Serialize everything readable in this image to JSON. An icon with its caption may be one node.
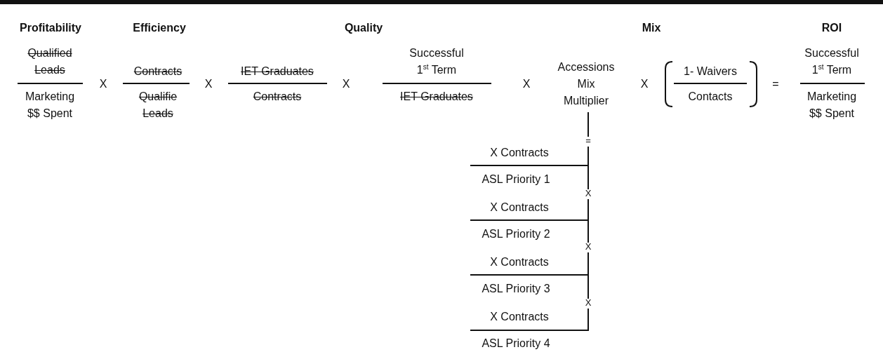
{
  "diagram": {
    "labels": [
      "Profitability",
      "Efficiency",
      "Quality",
      "Mix",
      "ROI",
      "Qualified Leads",
      "Marketing $$ Spent",
      "X",
      "Contracts",
      "Qualifie Leads",
      "X",
      "IET Graduates",
      "Contracts",
      "X",
      "Successful 1$^{st}$ Term",
      "IET Graduates",
      "X",
      "Accessions Mix Multiplier",
      "X",
      "1- Waivers",
      "Contacts",
      "=",
      "Successful 1$^{st}$ Term",
      "Marketing $$ Spent",
      "=",
      "X Contracts",
      "ASL Priority 1",
      "X",
      "X Contracts",
      "ASL Priority 2",
      "X",
      "X Contracts",
      "ASL Priority 3",
      "X",
      "X Contracts",
      "ASL Priority 4"
    ]
  }
}
